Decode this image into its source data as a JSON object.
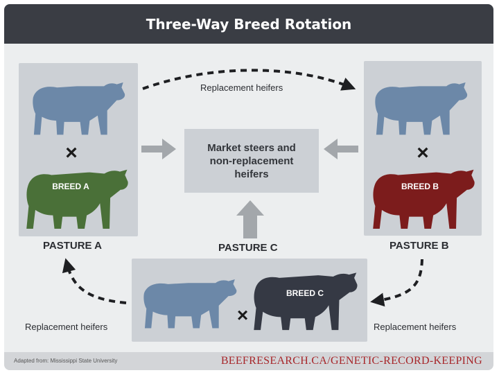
{
  "title": "Three-Way Breed Rotation",
  "market_box": "Market steers and\nnon-replacement\nheifers",
  "pastures": {
    "a": {
      "label": "PASTURE A",
      "breed_label": "BREED A",
      "breed_color": "#4a7038"
    },
    "b": {
      "label": "PASTURE B",
      "breed_label": "BREED B",
      "breed_color": "#7c1c1c"
    },
    "c": {
      "label": "PASTURE C",
      "breed_label": "BREED C",
      "breed_color": "#353944"
    }
  },
  "cow_color": "#6c88a8",
  "cross_symbol": "×",
  "flows": {
    "a_to_b": "Replacement heifers",
    "b_to_c": "Replacement heifers",
    "c_to_a": "Replacement heifers"
  },
  "footer": {
    "credit": "Adapted from: Mississippi State University",
    "url": "BEEFRESEARCH.CA/GENETIC-RECORD-KEEPING"
  }
}
